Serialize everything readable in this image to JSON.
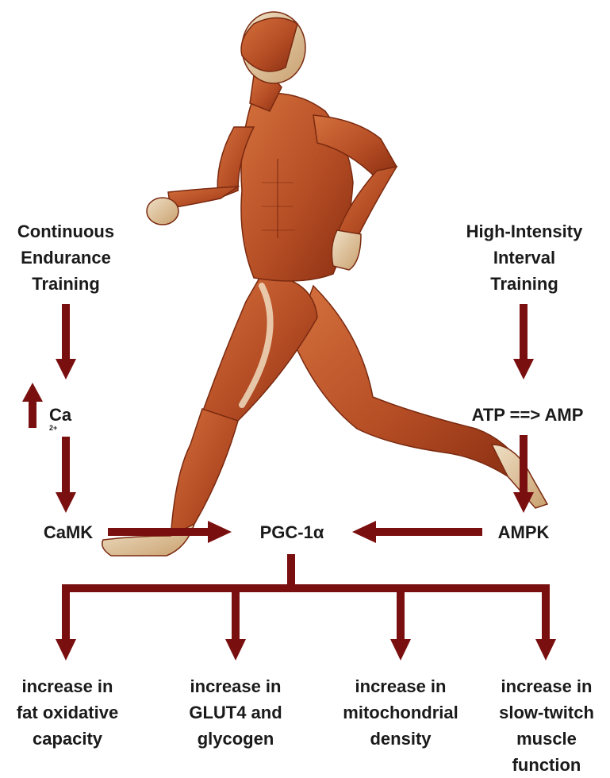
{
  "figure": {
    "colors": {
      "arrow": "#7a0f0f",
      "text": "#1a1a1a",
      "muscle": "#c0582b",
      "muscle_dark": "#8a2e12",
      "tendon": "#f0dcc0",
      "head": "#e8d2b0"
    },
    "illustration": "anatomical-running-man",
    "inputs": {
      "left": {
        "title_lines": [
          "Continuous",
          "Endurance",
          "Training"
        ],
        "mediator": "Ca",
        "mediator_superscript": "2+",
        "mediator_trend_icon": "up-arrow-icon",
        "kinase": "CaMK"
      },
      "right": {
        "title_lines": [
          "High-Intensity",
          "Interval",
          "Training"
        ],
        "mediator": "ATP ==> AMP",
        "kinase": "AMPK"
      }
    },
    "center": {
      "label": "PGC-1α"
    },
    "outcomes": [
      {
        "lines": [
          "increase in",
          "fat oxidative",
          "capacity"
        ]
      },
      {
        "lines": [
          "increase in",
          "GLUT4 and",
          "glycogen"
        ]
      },
      {
        "lines": [
          "increase in",
          "mitochondrial",
          "density"
        ]
      },
      {
        "lines": [
          "increase in",
          "slow-twitch",
          "muscle",
          "function"
        ]
      }
    ]
  }
}
